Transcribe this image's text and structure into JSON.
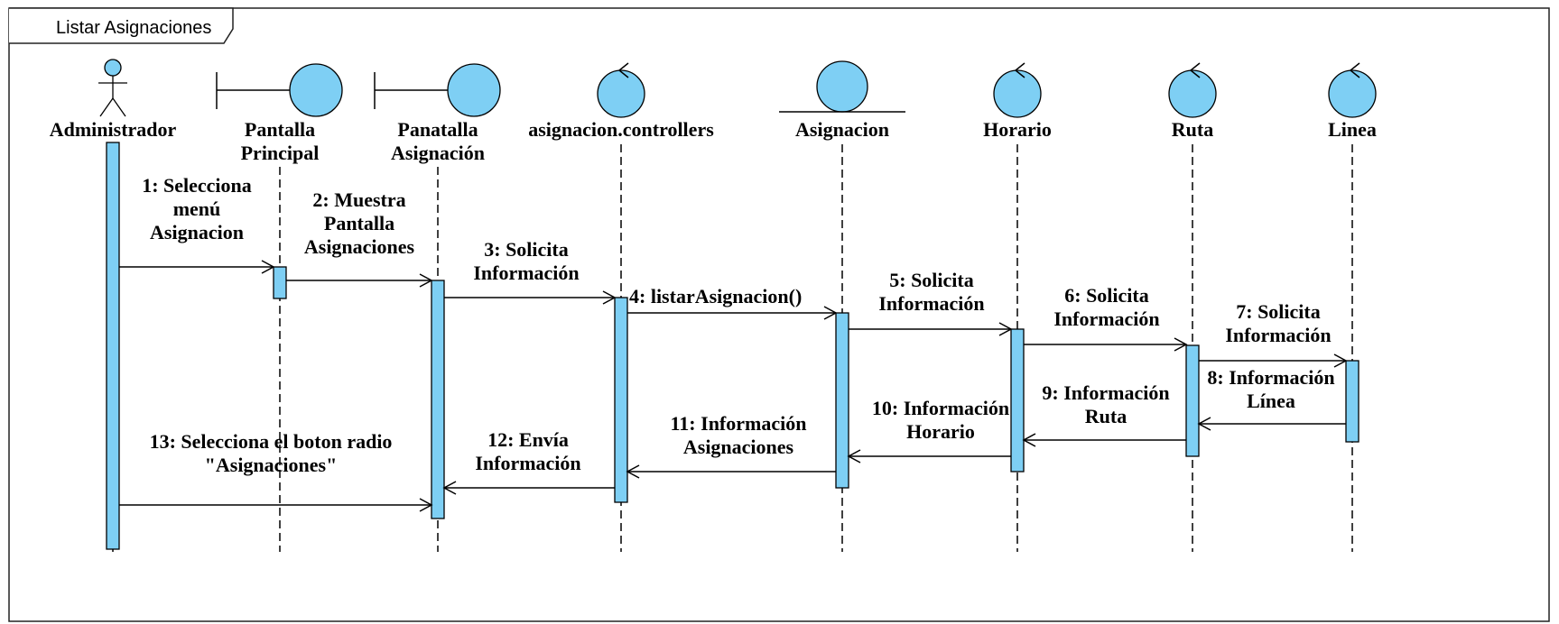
{
  "frame": {
    "title": "Listar Asignaciones"
  },
  "lifelines": [
    {
      "kind": "actor",
      "name": [
        "Administrador"
      ]
    },
    {
      "kind": "boundary",
      "name": [
        "Pantalla",
        "Principal"
      ]
    },
    {
      "kind": "boundary",
      "name": [
        "Panatalla",
        "Asignación"
      ]
    },
    {
      "kind": "control",
      "name": [
        "asignacion.controllers"
      ]
    },
    {
      "kind": "entity",
      "name": [
        "Asignacion"
      ]
    },
    {
      "kind": "control",
      "name": [
        "Horario"
      ]
    },
    {
      "kind": "control",
      "name": [
        "Ruta"
      ]
    },
    {
      "kind": "control",
      "name": [
        "Linea"
      ]
    }
  ],
  "messages": [
    {
      "label": [
        "1: Selecciona",
        "menú",
        "Asignacion"
      ],
      "from": 0,
      "to": 1
    },
    {
      "label": [
        "2: Muestra",
        "Pantalla",
        "Asignaciones"
      ],
      "from": 1,
      "to": 2
    },
    {
      "label": [
        "3: Solicita",
        "Información"
      ],
      "from": 2,
      "to": 3
    },
    {
      "label": [
        "4: listarAsignacion()"
      ],
      "from": 3,
      "to": 4
    },
    {
      "label": [
        "5: Solicita",
        "Información"
      ],
      "from": 4,
      "to": 5
    },
    {
      "label": [
        "6: Solicita",
        "Información"
      ],
      "from": 5,
      "to": 6
    },
    {
      "label": [
        "7: Solicita",
        "Información"
      ],
      "from": 6,
      "to": 7
    },
    {
      "label": [
        "8: Información",
        "Línea"
      ],
      "from": 7,
      "to": 6
    },
    {
      "label": [
        "9: Información",
        "Ruta"
      ],
      "from": 6,
      "to": 5
    },
    {
      "label": [
        "10: Información",
        "Horario"
      ],
      "from": 5,
      "to": 4
    },
    {
      "label": [
        "11: Información",
        "Asignaciones"
      ],
      "from": 4,
      "to": 3
    },
    {
      "label": [
        "12: Envía",
        "Información"
      ],
      "from": 3,
      "to": 2
    },
    {
      "label": [
        "13: Selecciona el boton radio",
        "\"Asignaciones\""
      ],
      "from": 0,
      "to": 2
    }
  ],
  "colors": {
    "fill": "#7ecff4",
    "stroke": "#000000",
    "background": "#ffffff"
  }
}
